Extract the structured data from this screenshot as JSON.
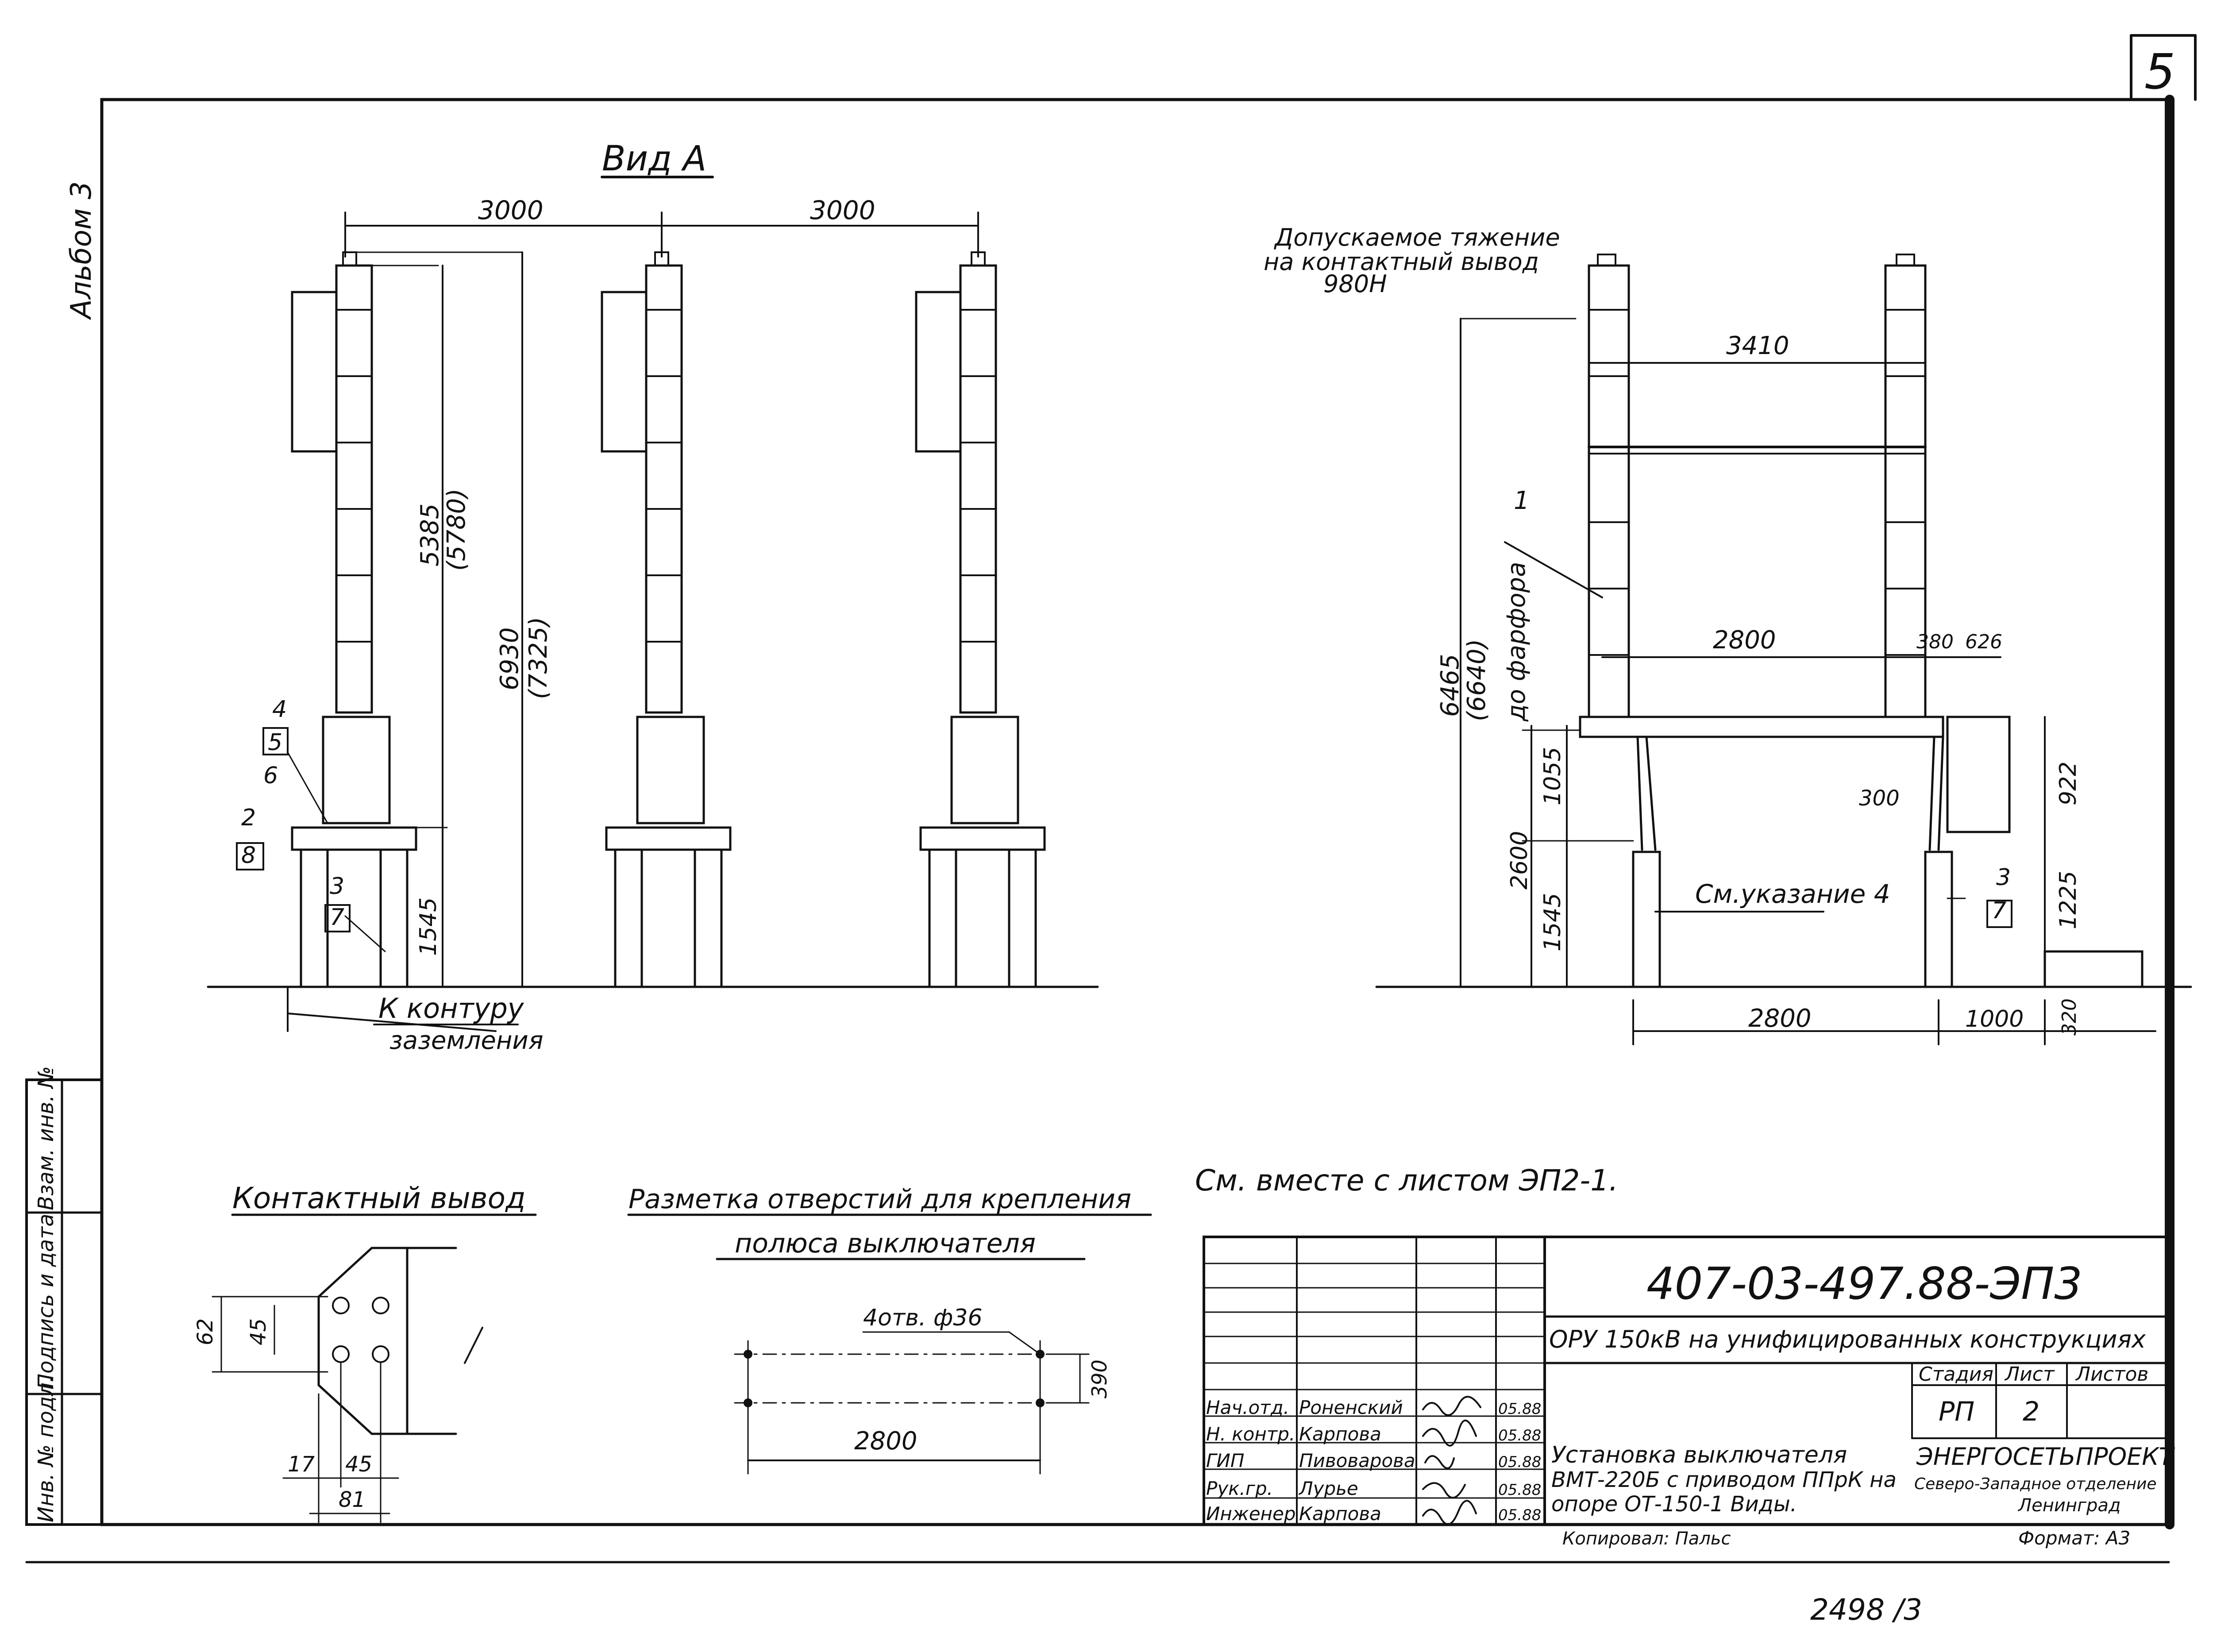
{
  "sheet": {
    "sheet_no": "5",
    "album": "Альбом 3",
    "copied_by": "Копировал: Пальс",
    "format": "Формат: А3",
    "inv_no": "2498 /3",
    "note_main": "См. вместе с листом ЭП2-1."
  },
  "side_stamp": {
    "col1": "Инв. № подл.",
    "col2": "Подпись и дата",
    "col3": "Взам. инв. №"
  },
  "view_a": {
    "title": "Вид А",
    "dim_spacing_1": "3000",
    "dim_spacing_2": "3000",
    "dim_5385": "5385",
    "dim_5780": "(5780)",
    "dim_6930": "6930",
    "dim_7325": "(7325)",
    "dim_1545": "1545",
    "callout_2": "2",
    "callout_3": "3",
    "callout_4": "4",
    "callout_5": "5",
    "callout_6": "6",
    "callout_7": "7",
    "callout_8": "8",
    "ground_note_1": "К контуру",
    "ground_note_2": "заземления"
  },
  "side_view": {
    "tension_note_1": "Допускаемое тяжение",
    "tension_note_2": "на контактный вывод",
    "tension_note_3": "980Н",
    "dim_3410": "3410",
    "dim_2800_top": "2800",
    "dim_380": "380",
    "dim_626": "626",
    "dim_6465": "6465",
    "dim_6640": "(6640)",
    "to_porcelain": "до фарфора",
    "dim_1055": "1055",
    "dim_2600": "2600",
    "dim_1545": "1545",
    "dim_922": "922",
    "dim_300": "300",
    "dim_1225": "1225",
    "dim_2800_bottom": "2800",
    "dim_1000": "1000",
    "dim_320": "320",
    "callout_1": "1",
    "callout_3": "3",
    "callout_7": "7",
    "see_note": "См.указание 4"
  },
  "contact_detail": {
    "title": "Контактный вывод",
    "dim_62": "62",
    "dim_45_v": "45",
    "dim_17": "17",
    "dim_45_h": "45",
    "dim_81": "81"
  },
  "hole_layout": {
    "title_1": "Разметка отверстий для крепления",
    "title_2": "полюса выключателя",
    "holes": "4отв. ф36",
    "dim_390": "390",
    "dim_2800": "2800"
  },
  "title_block": {
    "doc_code": "407-03-497.88-ЭП3",
    "project": "ОРУ 150кВ на унифицированных конструкциях",
    "stage_header": "Стадия",
    "sheet_header": "Лист",
    "sheets_header": "Листов",
    "stage": "РП",
    "sheet": "2",
    "sheets": "",
    "drawing_title_1": "Установка выключателя",
    "drawing_title_2": "ВМТ-220Б с приводом ППрК на",
    "drawing_title_3": "опоре ОТ-150-1    Виды.",
    "org_1": "ЭНЕРГОСЕТЬПРОЕКТ",
    "org_2": "Северо-Западное отделение",
    "org_3": "Ленинград",
    "signers": [
      {
        "role": "Нач.отд.",
        "name": "Роненский",
        "date": "05.88"
      },
      {
        "role": "Н. контр.",
        "name": "Карпова",
        "date": "05.88"
      },
      {
        "role": "ГИП",
        "name": "Пивоварова",
        "date": "05.88"
      },
      {
        "role": "Рук.гр.",
        "name": "Лурье",
        "date": "05.88"
      },
      {
        "role": "Инженер",
        "name": "Карпова",
        "date": "05.88"
      }
    ]
  }
}
